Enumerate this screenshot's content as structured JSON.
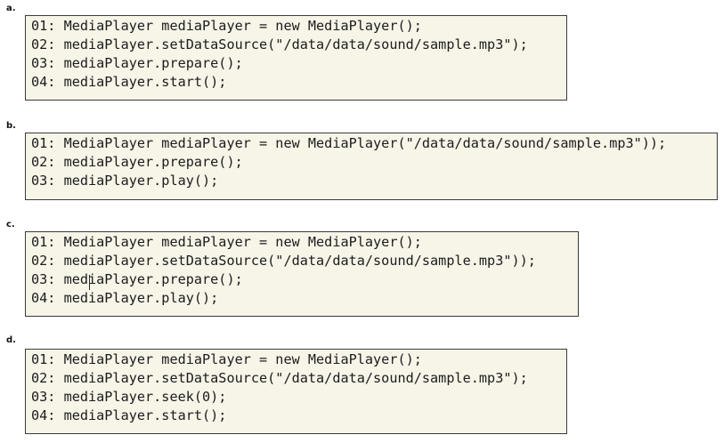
{
  "options": [
    {
      "letter": "a.",
      "lines": [
        "01: MediaPlayer mediaPlayer = new MediaPlayer();",
        "02: mediaPlayer.setDataSource(\"/data/data/sound/sample.mp3\");",
        "03: mediaPlayer.prepare();",
        "04: mediaPlayer.start();"
      ]
    },
    {
      "letter": "b.",
      "lines": [
        "01: MediaPlayer mediaPlayer = new MediaPlayer(\"/data/data/sound/sample.mp3\"));",
        "02: mediaPlayer.prepare();",
        "03: mediaPlayer.play();"
      ]
    },
    {
      "letter": "c.",
      "lines": [
        "01: MediaPlayer mediaPlayer = new MediaPlayer();",
        "02: mediaPlayer.setDataSource(\"/data/data/sound/sample.mp3\"));",
        "03: mediaPlayer.prepare();",
        "04: mediaPlayer.play();"
      ]
    },
    {
      "letter": "d.",
      "lines": [
        "01: MediaPlayer mediaPlayer = new MediaPlayer();",
        "02: mediaPlayer.setDataSource(\"/data/data/sound/sample.mp3\");",
        "03: mediaPlayer.seek(0);",
        "04: mediaPlayer.start();"
      ]
    }
  ],
  "colors": {
    "box_background": "#f7f4e8",
    "box_border": "#3a3a3a",
    "text": "#1c1c1c"
  }
}
